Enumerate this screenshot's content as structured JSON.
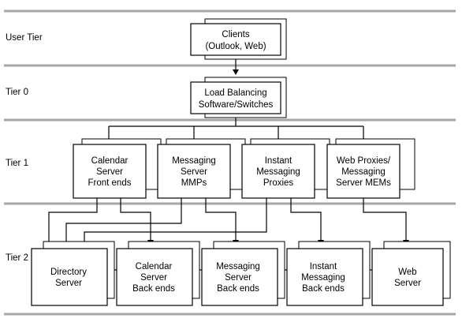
{
  "tiers": [
    {
      "id": "user",
      "label": "User Tier"
    },
    {
      "id": "t0",
      "label": "Tier 0"
    },
    {
      "id": "t1",
      "label": "Tier 1"
    },
    {
      "id": "t2",
      "label": "Tier 2"
    }
  ],
  "boxes": [
    {
      "id": "clients",
      "lines": [
        "Clients",
        "(Outlook, Web)"
      ]
    },
    {
      "id": "load-balancing",
      "lines": [
        "Load Balancing",
        "Software/Switches"
      ]
    },
    {
      "id": "calendar-front",
      "lines": [
        "Calendar",
        "Server",
        "Front ends"
      ]
    },
    {
      "id": "messaging-mmp",
      "lines": [
        "Messaging",
        "Server",
        "MMPs"
      ]
    },
    {
      "id": "im-proxies",
      "lines": [
        "Instant",
        "Messaging",
        "Proxies"
      ]
    },
    {
      "id": "web-proxies",
      "lines": [
        "Web Proxies/",
        "Messaging",
        "Server MEMs"
      ]
    },
    {
      "id": "directory",
      "lines": [
        "Directory",
        "Server"
      ]
    },
    {
      "id": "calendar-back",
      "lines": [
        "Calendar",
        "Server",
        "Back ends"
      ]
    },
    {
      "id": "messaging-back",
      "lines": [
        "Messaging",
        "Server",
        "Back ends"
      ]
    },
    {
      "id": "im-back",
      "lines": [
        "Instant",
        "Messaging",
        "Back ends"
      ]
    },
    {
      "id": "web-server",
      "lines": [
        "Web",
        "Server"
      ]
    }
  ],
  "connections": [
    {
      "from": "clients",
      "to": "load-balancing"
    },
    {
      "from": "load-balancing",
      "to": "calendar-front"
    },
    {
      "from": "load-balancing",
      "to": "messaging-mmp"
    },
    {
      "from": "load-balancing",
      "to": "im-proxies"
    },
    {
      "from": "load-balancing",
      "to": "web-proxies"
    },
    {
      "from": "calendar-front",
      "to": "directory"
    },
    {
      "from": "calendar-front",
      "to": "calendar-back"
    },
    {
      "from": "messaging-mmp",
      "to": "directory"
    },
    {
      "from": "messaging-mmp",
      "to": "messaging-back"
    },
    {
      "from": "im-proxies",
      "to": "directory"
    },
    {
      "from": "im-proxies",
      "to": "im-back"
    },
    {
      "from": "web-proxies",
      "to": "web-server"
    }
  ]
}
